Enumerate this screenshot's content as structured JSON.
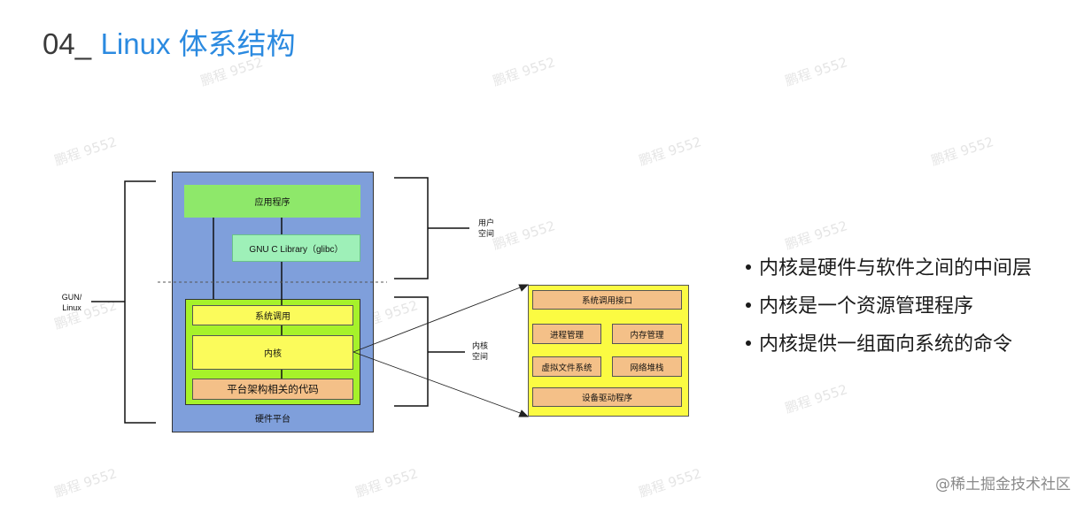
{
  "title": {
    "number": "04_",
    "text": "Linux 体系结构"
  },
  "watermark": "鹏程 9552",
  "diagram": {
    "app": "应用程序",
    "glibc": "GNU C Library（glibc）",
    "syscall": "系统调用",
    "kernel": "内核",
    "arch": "平台架构相关的代码",
    "hardware": "硬件平台",
    "gnu_linux": [
      "GUN/",
      "Linux"
    ],
    "user_space": [
      "用户",
      "空间"
    ],
    "kernel_space": [
      "内核",
      "空间"
    ],
    "detail": {
      "syscall_interface": "系统调用接口",
      "process_mgmt": "进程管理",
      "memory_mgmt": "内存管理",
      "vfs": "虚拟文件系统",
      "net_stack": "网络堆栈",
      "drivers": "设备驱动程序"
    }
  },
  "bullets": [
    "内核是硬件与软件之间的中间层",
    "内核是一个资源管理程序",
    "内核提供一组面向系统的命令"
  ],
  "credit": "@稀土掘金技术社区",
  "colors": {
    "accent": "#2b8ae0",
    "outer": "#7f9fdb",
    "app": "#8ee86a",
    "glibc": "#9ef0b8",
    "kernel_area": "#a6f22a",
    "yellow": "#fbfb5b",
    "orange": "#f4c088"
  }
}
